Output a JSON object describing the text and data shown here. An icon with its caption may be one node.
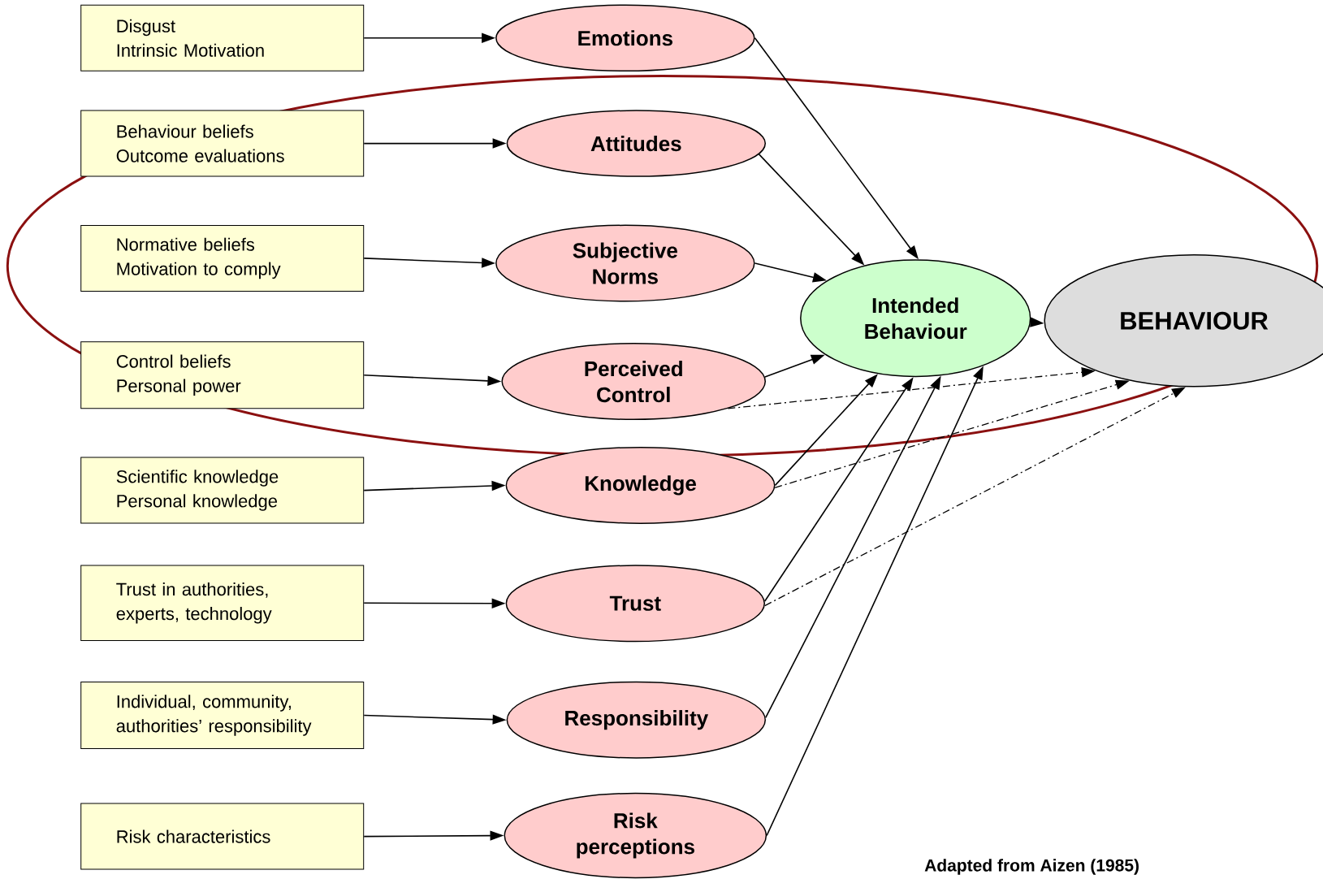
{
  "diagram": {
    "caption": "Adapted from Aizen (1985)",
    "nodes": [
      {
        "text": [
          "Disgust",
          "Intrinsic Motivation"
        ]
      },
      {
        "text": [
          "Behaviour beliefs",
          "Outcome evaluations"
        ]
      },
      {
        "text": [
          "Normative beliefs",
          "Motivation to comply"
        ]
      },
      {
        "text": [
          "Control beliefs",
          "Personal power"
        ]
      },
      {
        "text": [
          "Scientific knowledge",
          "Personal knowledge"
        ]
      },
      {
        "text": [
          "Trust in authorities, experts, technology"
        ]
      },
      {
        "text": [
          "Individual, community, authorities’ responsibility"
        ]
      },
      {
        "text": [
          "Risk characteristics"
        ]
      },
      {
        "text": [
          "Emotions"
        ]
      },
      {
        "text": [
          "Attitudes"
        ]
      },
      {
        "text": [
          "Subjective Norms"
        ]
      },
      {
        "text": [
          "Perceived Control"
        ]
      },
      {
        "text": [
          "Knowledge"
        ]
      },
      {
        "text": [
          "Trust"
        ]
      },
      {
        "text": [
          "Responsibility"
        ]
      },
      {
        "text": [
          "Risk perceptions"
        ]
      },
      {
        "text": [
          "Intended Behaviour"
        ]
      },
      {
        "text": [
          "BEHAVIOUR"
        ]
      }
    ],
    "edges": [
      {
        "from": 0,
        "to": 8,
        "arrow": "to"
      },
      {
        "from": 1,
        "to": 9,
        "arrow": "to"
      },
      {
        "from": 2,
        "to": 10,
        "arrow": "to"
      },
      {
        "from": 3,
        "to": 11,
        "arrow": "to"
      },
      {
        "from": 4,
        "to": 12,
        "arrow": "to"
      },
      {
        "from": 5,
        "to": 13,
        "arrow": "to"
      },
      {
        "from": 6,
        "to": 14,
        "arrow": "to"
      },
      {
        "from": 7,
        "to": 15,
        "arrow": "to"
      },
      {
        "from": 8,
        "to": 16,
        "arrow": "to"
      },
      {
        "from": 9,
        "to": 16,
        "arrow": "to"
      },
      {
        "from": 10,
        "to": 16,
        "arrow": "to"
      },
      {
        "from": 11,
        "to": 16,
        "arrow": "to"
      },
      {
        "from": 12,
        "to": 16,
        "arrow": "to"
      },
      {
        "from": 13,
        "to": 16,
        "arrow": "to"
      },
      {
        "from": 14,
        "to": 16,
        "arrow": "to"
      },
      {
        "from": 15,
        "to": 16,
        "arrow": "to"
      },
      {
        "from": 16,
        "to": 17,
        "arrow": "to"
      },
      {
        "from": 11,
        "to": 17,
        "arrow": "to",
        "style": "dashed"
      },
      {
        "from": 12,
        "to": 17,
        "arrow": "to",
        "style": "dashed"
      },
      {
        "from": 13,
        "to": 17,
        "arrow": "to",
        "style": "dashed"
      }
    ]
  }
}
